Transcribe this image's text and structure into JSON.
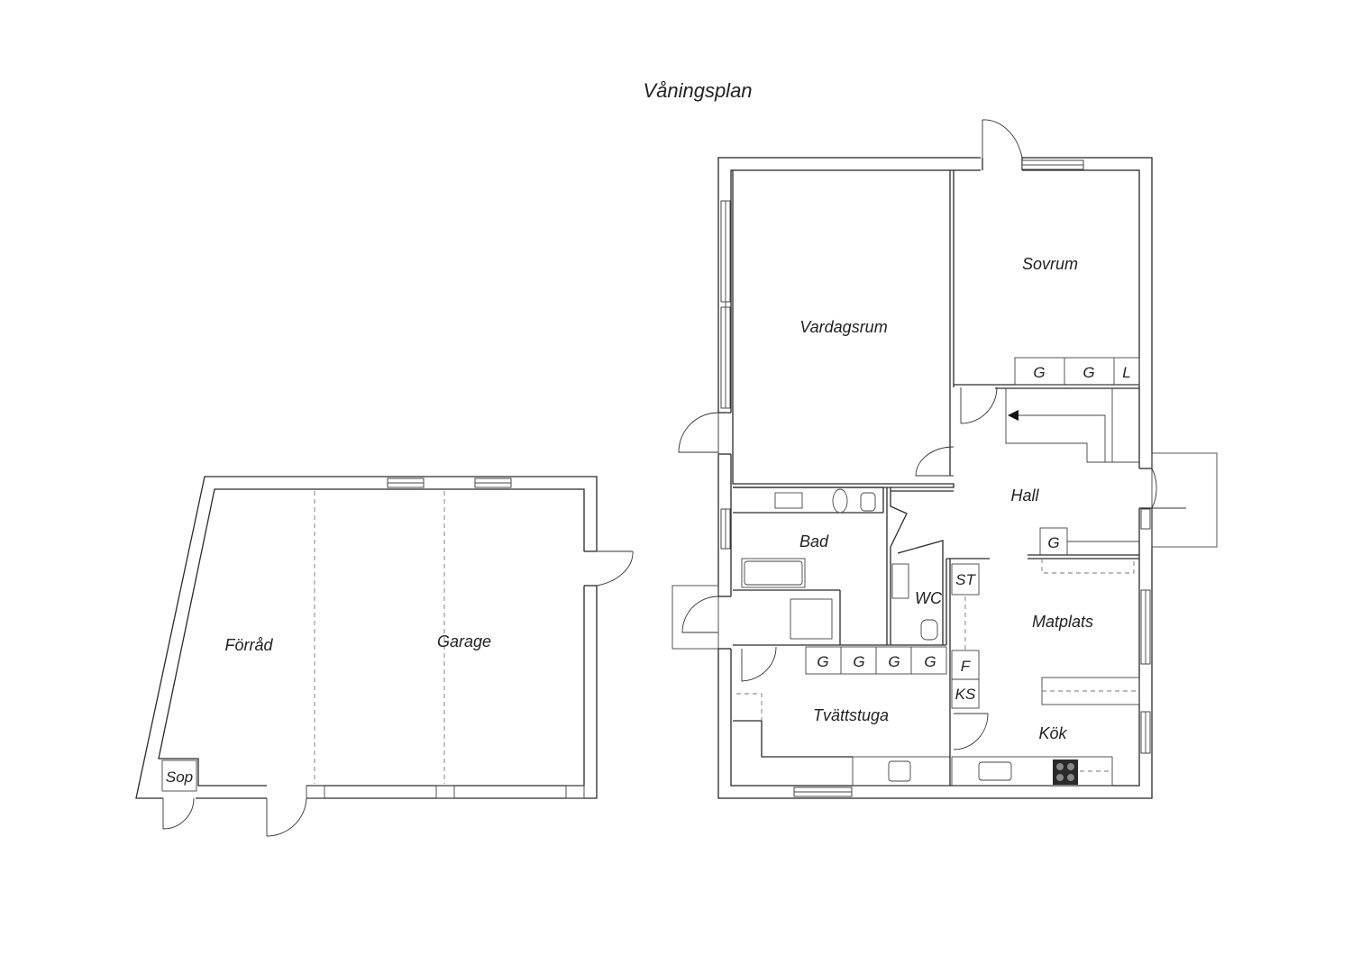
{
  "title": "Våningsplan",
  "rooms": {
    "vardagsrum": "Vardagsrum",
    "sovrum": "Sovrum",
    "hall": "Hall",
    "bad": "Bad",
    "wc": "WC",
    "matplats": "Matplats",
    "tvattstuga": "Tvättstuga",
    "kok": "Kök",
    "forrad": "Förråd",
    "garage": "Garage"
  },
  "fixtures": {
    "garderob": "G",
    "linne": "L",
    "stad": "ST",
    "frys": "F",
    "kyl_frys": "KS",
    "sop": "Sop"
  }
}
